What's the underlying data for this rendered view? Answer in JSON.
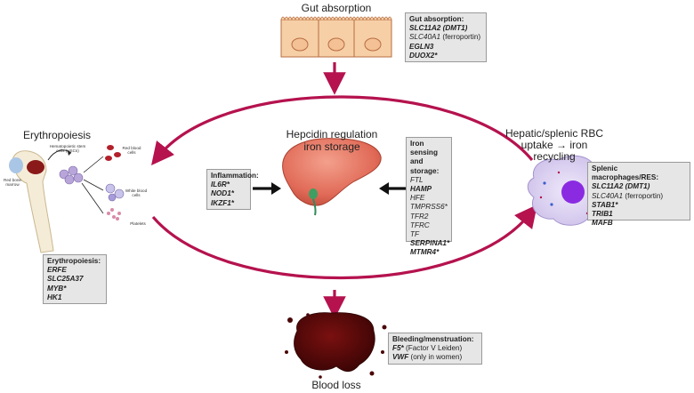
{
  "titles": {
    "gut": "Gut absorption",
    "erythro": "Erythropoiesis",
    "hepcidin_line1": "Hepcidin regulation",
    "hepcidin_line2": "iron storage",
    "hepatic_line1": "Hepatic/splenic RBC",
    "hepatic_line2": "uptake → iron",
    "hepatic_line3": "recycling",
    "blood_loss": "Blood loss"
  },
  "marrow_labels": {
    "red_bone_marrow": "Red bone marrow",
    "hscs": "Hematopoietic stem cells (HSCs)",
    "rbc": "Red blood cells",
    "wbc": "White blood cells",
    "platelets": "Platelets"
  },
  "boxes": {
    "gut": {
      "header": "Gut absorption:",
      "genes": [
        {
          "text": "SLC11A2 (DMT1)",
          "style": "bold-italic"
        },
        {
          "text": "SLC40A1",
          "style": "italic",
          "note": " (ferroportin)"
        },
        {
          "text": "EGLN3",
          "style": "bold-italic"
        },
        {
          "text": "DUOX2*",
          "style": "bold-italic"
        }
      ]
    },
    "inflammation": {
      "header": "Inflammation:",
      "genes": [
        {
          "text": "IL6R*",
          "style": "bold-italic"
        },
        {
          "text": "NOD1*",
          "style": "bold-italic"
        },
        {
          "text": "IKZF1*",
          "style": "bold-italic"
        }
      ]
    },
    "iron": {
      "header_line1": "Iron sensing",
      "header_line2": "and storage:",
      "genes": [
        {
          "text": "FTL",
          "style": "italic"
        },
        {
          "text": "HAMP",
          "style": "bold-italic"
        },
        {
          "text": "HFE",
          "style": "italic"
        },
        {
          "text": "TMPRSS6*",
          "style": "italic"
        },
        {
          "text": "TFR2",
          "style": "italic"
        },
        {
          "text": "TFRC",
          "style": "italic"
        },
        {
          "text": "TF",
          "style": "italic"
        },
        {
          "text": "SERPINA1*",
          "style": "bold-italic"
        },
        {
          "text": "MTMR4*",
          "style": "bold-italic"
        }
      ]
    },
    "splenic": {
      "header": "Splenic macrophages/RES:",
      "genes": [
        {
          "text": "SLC11A2 (DMT1)",
          "style": "bold-italic"
        },
        {
          "text": "SLC40A1",
          "style": "italic",
          "note": " (ferroportin)"
        },
        {
          "text": "STAB1*",
          "style": "bold-italic"
        },
        {
          "text": "TRIB1",
          "style": "bold-italic"
        },
        {
          "text": "MAFB",
          "style": "bold-italic"
        }
      ]
    },
    "erythro": {
      "header": "Erythropoiesis:",
      "genes": [
        {
          "text": "ERFE",
          "style": "bold-italic"
        },
        {
          "text": "SLC25A37",
          "style": "bold-italic"
        },
        {
          "text": "MYB*",
          "style": "bold-italic"
        },
        {
          "text": "HK1",
          "style": "bold-italic"
        }
      ]
    },
    "bleeding": {
      "header": "Bleeding/menstruation:",
      "genes": [
        {
          "text": "F5*",
          "style": "bold-italic",
          "note": " (Factor V Leiden)"
        },
        {
          "text": "VWF",
          "style": "bold-italic",
          "note": " (only in women)"
        }
      ]
    }
  },
  "colors": {
    "arrow": "#b5124e",
    "box_bg": "#e6e6e6",
    "enterocyte": "#f6cfa6",
    "liver": "#e8735f",
    "macrophage": "#d9cff0",
    "nucleus": "#8a2be2",
    "blood": "#5a0a0a"
  }
}
